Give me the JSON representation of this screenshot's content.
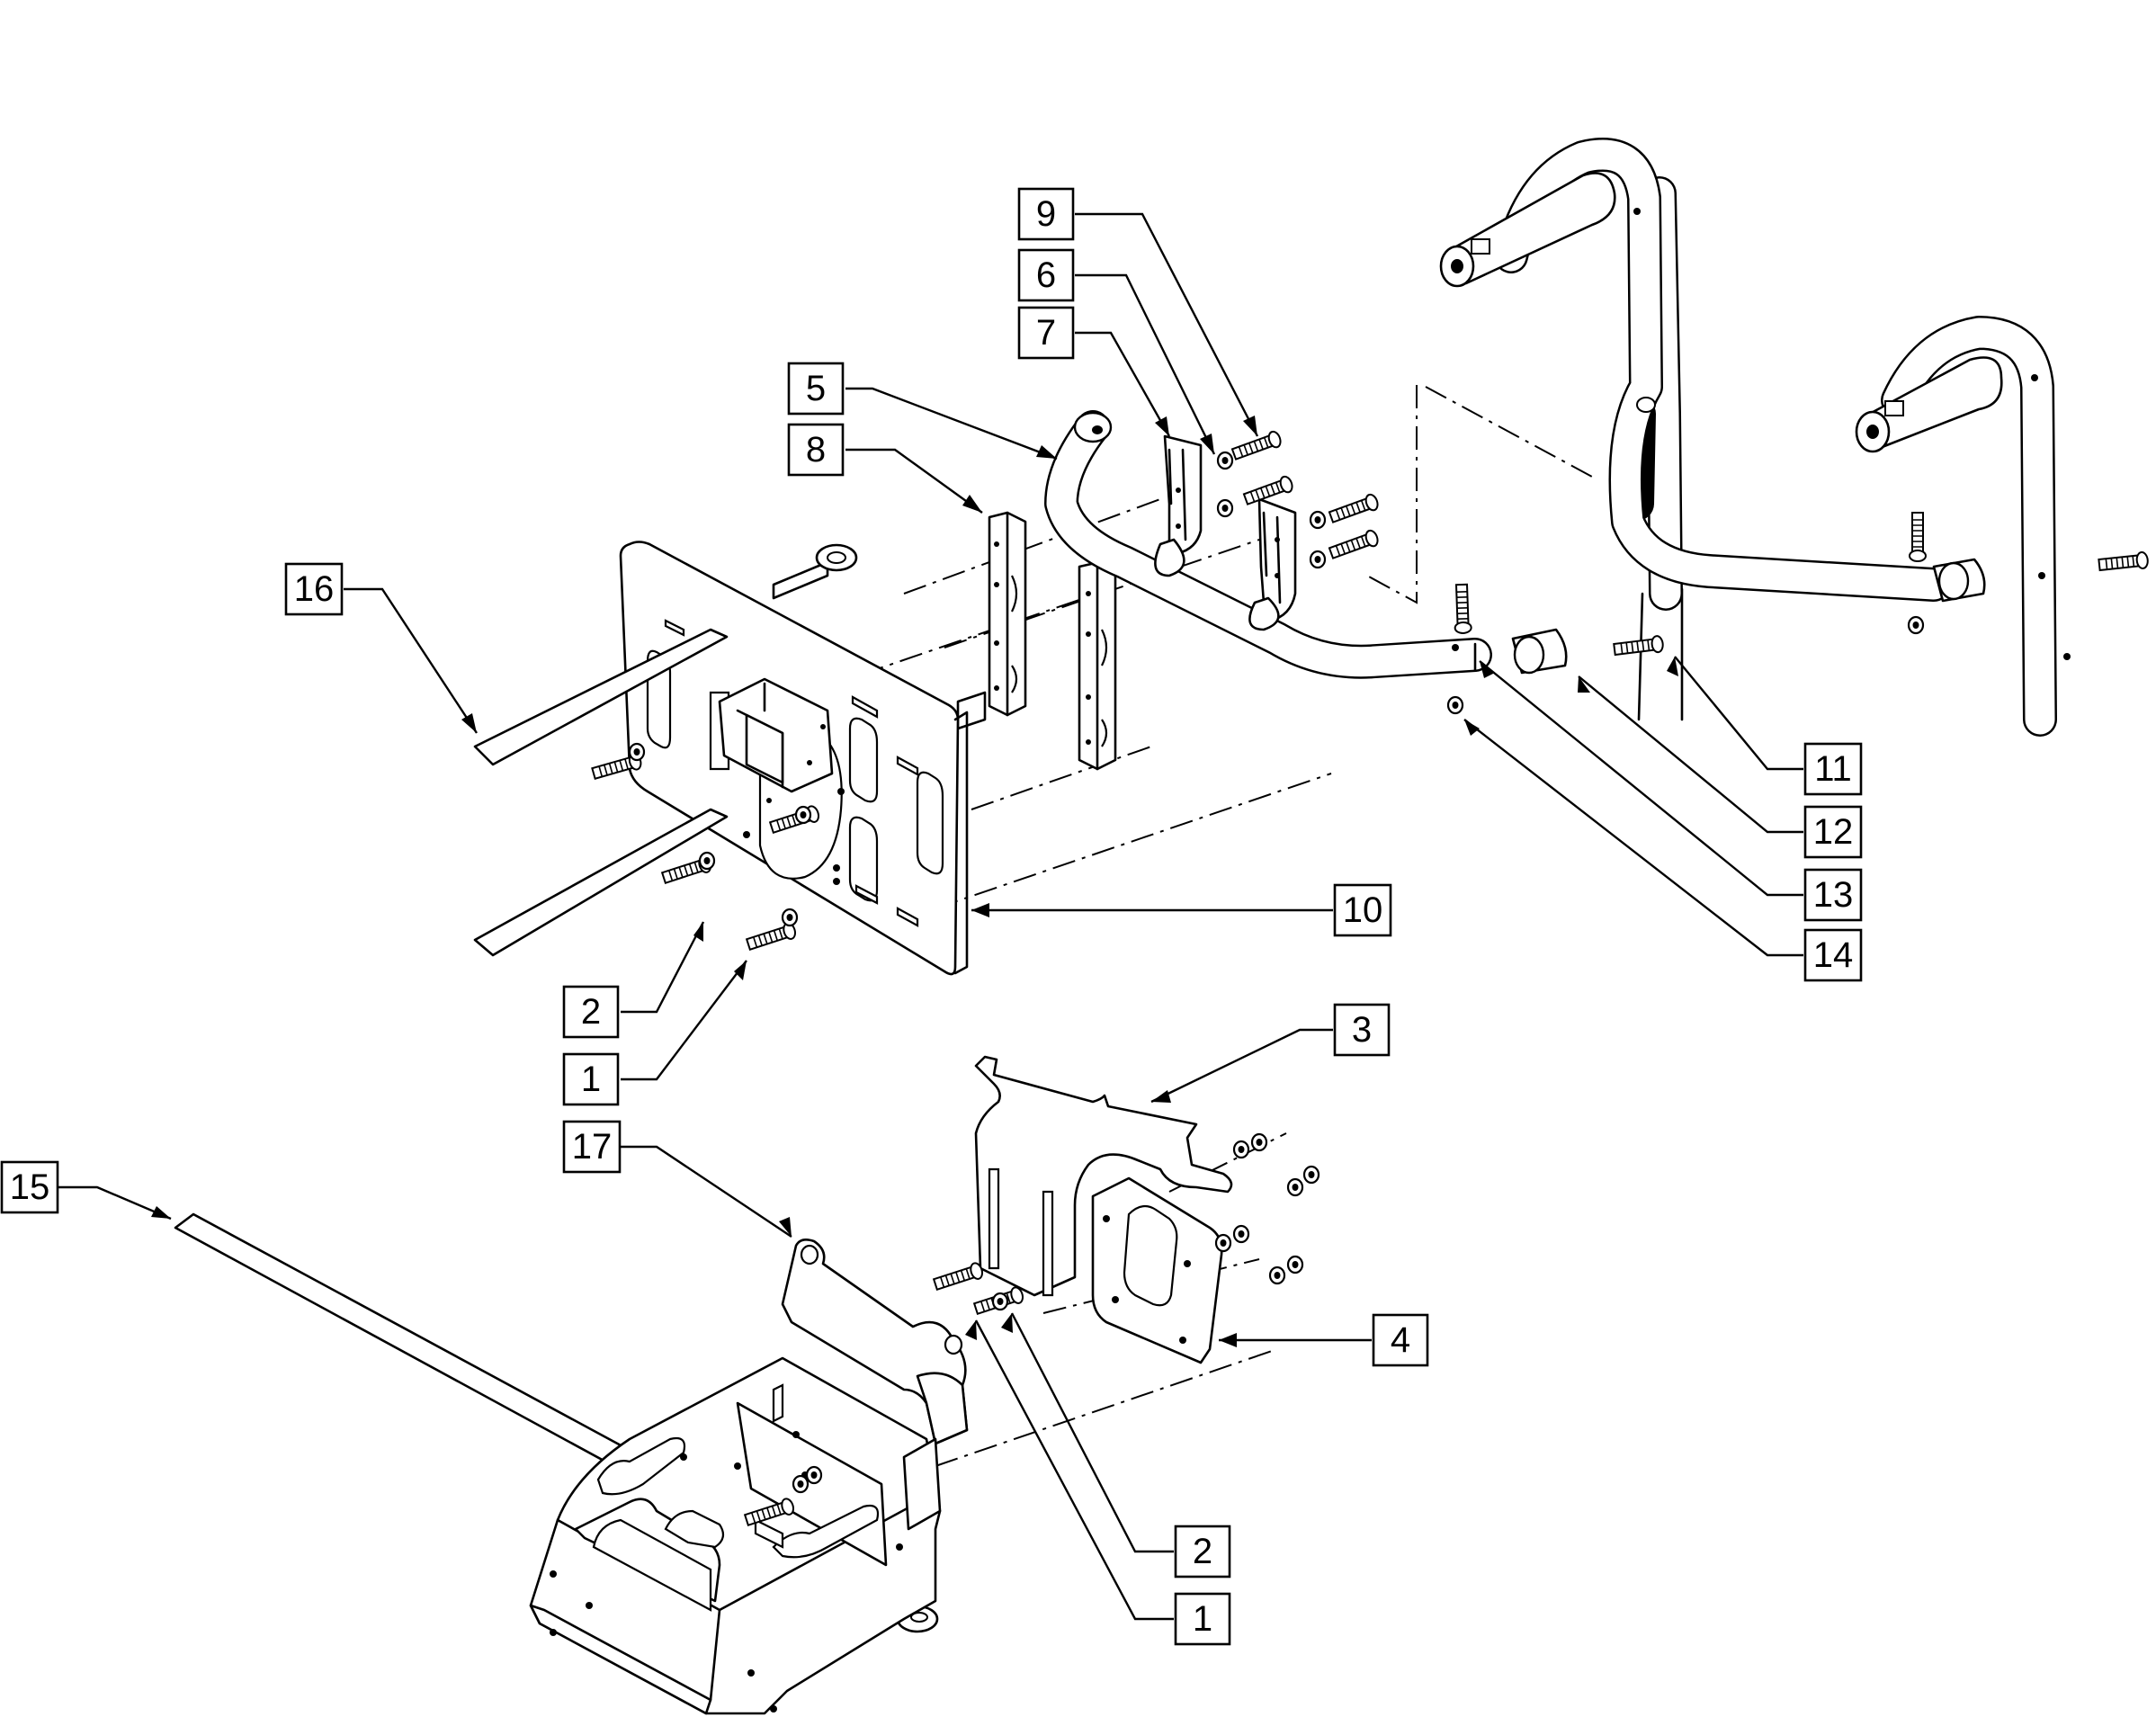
{
  "callouts": [
    {
      "id": "c9",
      "label": "9"
    },
    {
      "id": "c6",
      "label": "6"
    },
    {
      "id": "c7",
      "label": "7"
    },
    {
      "id": "c5",
      "label": "5"
    },
    {
      "id": "c8",
      "label": "8"
    },
    {
      "id": "c16",
      "label": "16"
    },
    {
      "id": "c11",
      "label": "11"
    },
    {
      "id": "c12",
      "label": "12"
    },
    {
      "id": "c13",
      "label": "13"
    },
    {
      "id": "c14",
      "label": "14"
    },
    {
      "id": "c10",
      "label": "10"
    },
    {
      "id": "c2a",
      "label": "2"
    },
    {
      "id": "c1a",
      "label": "1"
    },
    {
      "id": "c3",
      "label": "3"
    },
    {
      "id": "c17",
      "label": "17"
    },
    {
      "id": "c15",
      "label": "15"
    },
    {
      "id": "c4",
      "label": "4"
    },
    {
      "id": "c2b",
      "label": "2"
    },
    {
      "id": "c1b",
      "label": "1"
    }
  ]
}
